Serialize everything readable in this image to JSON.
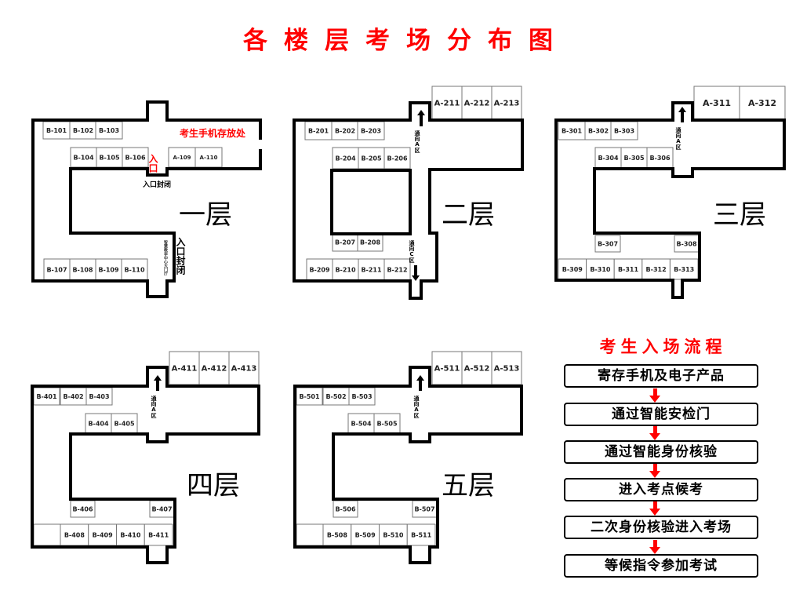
{
  "title": "各楼层考场分布图",
  "floors": [
    {
      "name": "一层",
      "rooms": [
        "B-101",
        "B-102",
        "B-103",
        "B-104",
        "B-105",
        "B-106",
        "A-109",
        "A-110",
        "B-107",
        "B-108",
        "B-109",
        "B-110"
      ],
      "notes": {
        "phone_storage": "考生手机存放处",
        "entrance": "入口",
        "entrance_closed": "入口封闭",
        "entrance_closed_side": "入口封闭",
        "hall": "智慧教学中心大门厅"
      }
    },
    {
      "name": "二层",
      "rooms": [
        "B-201",
        "B-202",
        "B-203",
        "B-204",
        "B-205",
        "B-206",
        "B-207",
        "B-208",
        "B-209",
        "B-210",
        "B-211",
        "B-212",
        "A-211",
        "A-212",
        "A-213"
      ],
      "notes": {
        "to_a": "通向A区",
        "to_c": "通向C区"
      }
    },
    {
      "name": "三层",
      "rooms": [
        "B-301",
        "B-302",
        "B-303",
        "B-304",
        "B-305",
        "B-306",
        "B-307",
        "B-308",
        "B-309",
        "B-310",
        "B-311",
        "B-312",
        "B-313",
        "A-311",
        "A-312"
      ],
      "notes": {
        "to_a": "通向A区"
      }
    },
    {
      "name": "四层",
      "rooms": [
        "B-401",
        "B-402",
        "B-403",
        "B-404",
        "B-405",
        "B-406",
        "B-407",
        "",
        "B-408",
        "B-409",
        "B-410",
        "B-411",
        "A-411",
        "A-412",
        "A-413"
      ],
      "notes": {
        "to_a": "通向A区"
      }
    },
    {
      "name": "五层",
      "rooms": [
        "B-501",
        "B-502",
        "B-503",
        "B-504",
        "B-505",
        "B-506",
        "B-507",
        "",
        "B-508",
        "B-509",
        "B-510",
        "B-511",
        "A-511",
        "A-512",
        "A-513"
      ],
      "notes": {
        "to_a": "通向A区"
      }
    }
  ],
  "flow": {
    "title": "考生入场流程",
    "steps": [
      "寄存手机及电子产品",
      "通过智能安检门",
      "通过智能身份核验",
      "进入考点候考",
      "二次身份核验进入考场",
      "等候指令参加考试"
    ],
    "arrow_color": "#ff0000"
  },
  "colors": {
    "accent": "#ff0000",
    "wall": "#000000"
  }
}
